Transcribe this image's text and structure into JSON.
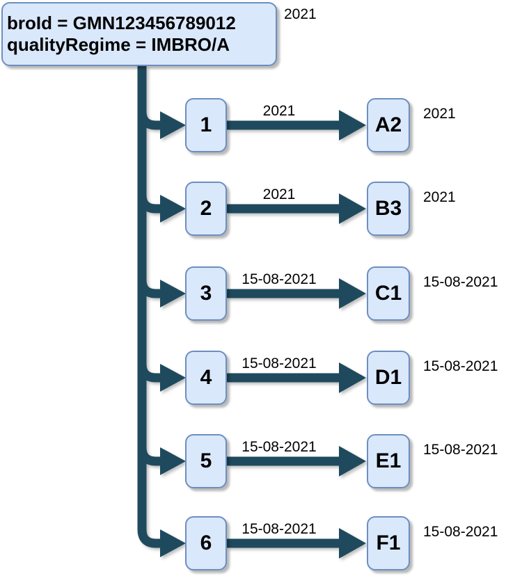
{
  "colors": {
    "connector": "#1f4a5e",
    "node_fill": "#dae8fc",
    "node_border": "#6c8ebf",
    "text": "#000000"
  },
  "root_node": {
    "line1": "broId = GMN123456789012",
    "line2": "qualityRegime = IMBRO/A",
    "annotation": "2021"
  },
  "rows": [
    {
      "source": "1",
      "edge_label": "2021",
      "target": "A2",
      "annotation": "2021"
    },
    {
      "source": "2",
      "edge_label": "2021",
      "target": "B3",
      "annotation": "2021"
    },
    {
      "source": "3",
      "edge_label": "15-08-2021",
      "target": "C1",
      "annotation": "15-08-2021"
    },
    {
      "source": "4",
      "edge_label": "15-08-2021",
      "target": "D1",
      "annotation": "15-08-2021"
    },
    {
      "source": "5",
      "edge_label": "15-08-2021",
      "target": "E1",
      "annotation": "15-08-2021"
    },
    {
      "source": "6",
      "edge_label": "15-08-2021",
      "target": "F1",
      "annotation": "15-08-2021"
    }
  ]
}
